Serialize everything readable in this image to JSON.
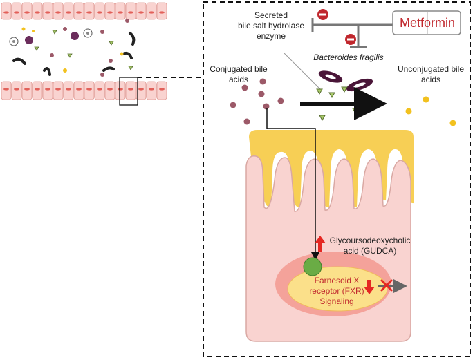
{
  "labels": {
    "secreted_enzyme": "Secreted\nbile salt hydrolase\nenzyme",
    "bacteria": "Bacteroides fragilis",
    "metformin": "Metformin",
    "conjugated": "Conjugated bile\nacids",
    "unconjugated": "Unconjugated bile\nacids",
    "gudca": "Glycoursodeoxycholic\nacid (GUDCA)",
    "fxr": "Farnesoid X\nreceptor (FXR)\nSignaling"
  },
  "colors": {
    "inhibit_symbol": "#c0272d",
    "villus_tip": "#f7cf55",
    "cell_body": "#f9d3d0",
    "nucleus_outer": "#f4a29a",
    "nucleus_inner": "#fbe08a",
    "receptor": "#6aac45",
    "conjugated_dot": "#9c5968",
    "unconjugated_dot": "#f2c11f",
    "enzyme_triangle": "#a8c96a",
    "bacteria": "#4a1538",
    "up_arrow": "#e52722",
    "down_arrow": "#e52722",
    "block_x": "#e52722"
  },
  "icons": {
    "inhibit": "minus-circle-icon",
    "up": "up-arrow-icon",
    "down": "down-arrow-icon",
    "block": "cross-icon"
  }
}
